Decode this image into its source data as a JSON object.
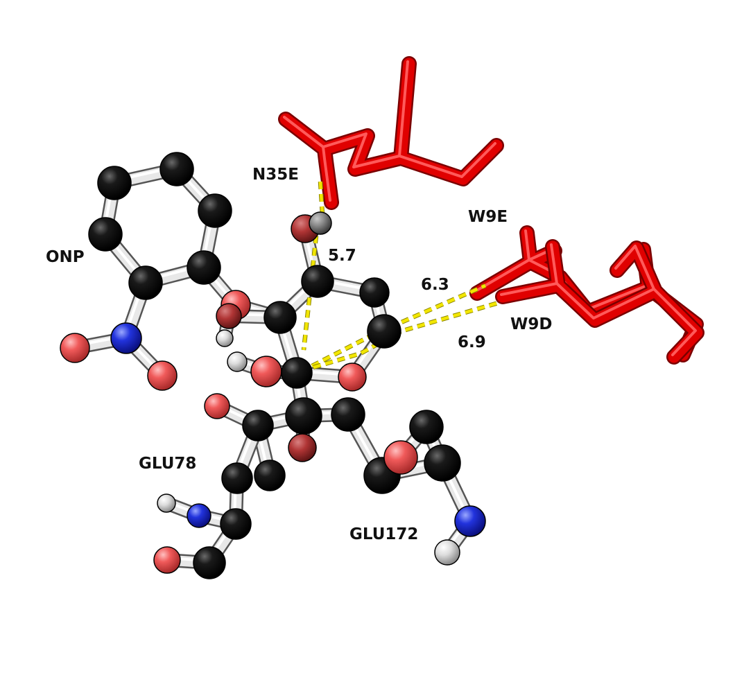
{
  "labels": {
    "n35e": "N35E",
    "onp": "ONP",
    "w9e": "W9E",
    "w9d": "W9D",
    "glu78": "GLU78",
    "glu172": "GLU172"
  },
  "distances": {
    "d1": "5.7",
    "d2": "6.3",
    "d3": "6.9"
  },
  "colors": {
    "carbon": "#111111",
    "oxygen": "#f05a5a",
    "nitrogen": "#2233dd",
    "hydrogen": "#dcdcdc",
    "residue_stick": "#e00000",
    "distance_line": "#f2e600"
  }
}
